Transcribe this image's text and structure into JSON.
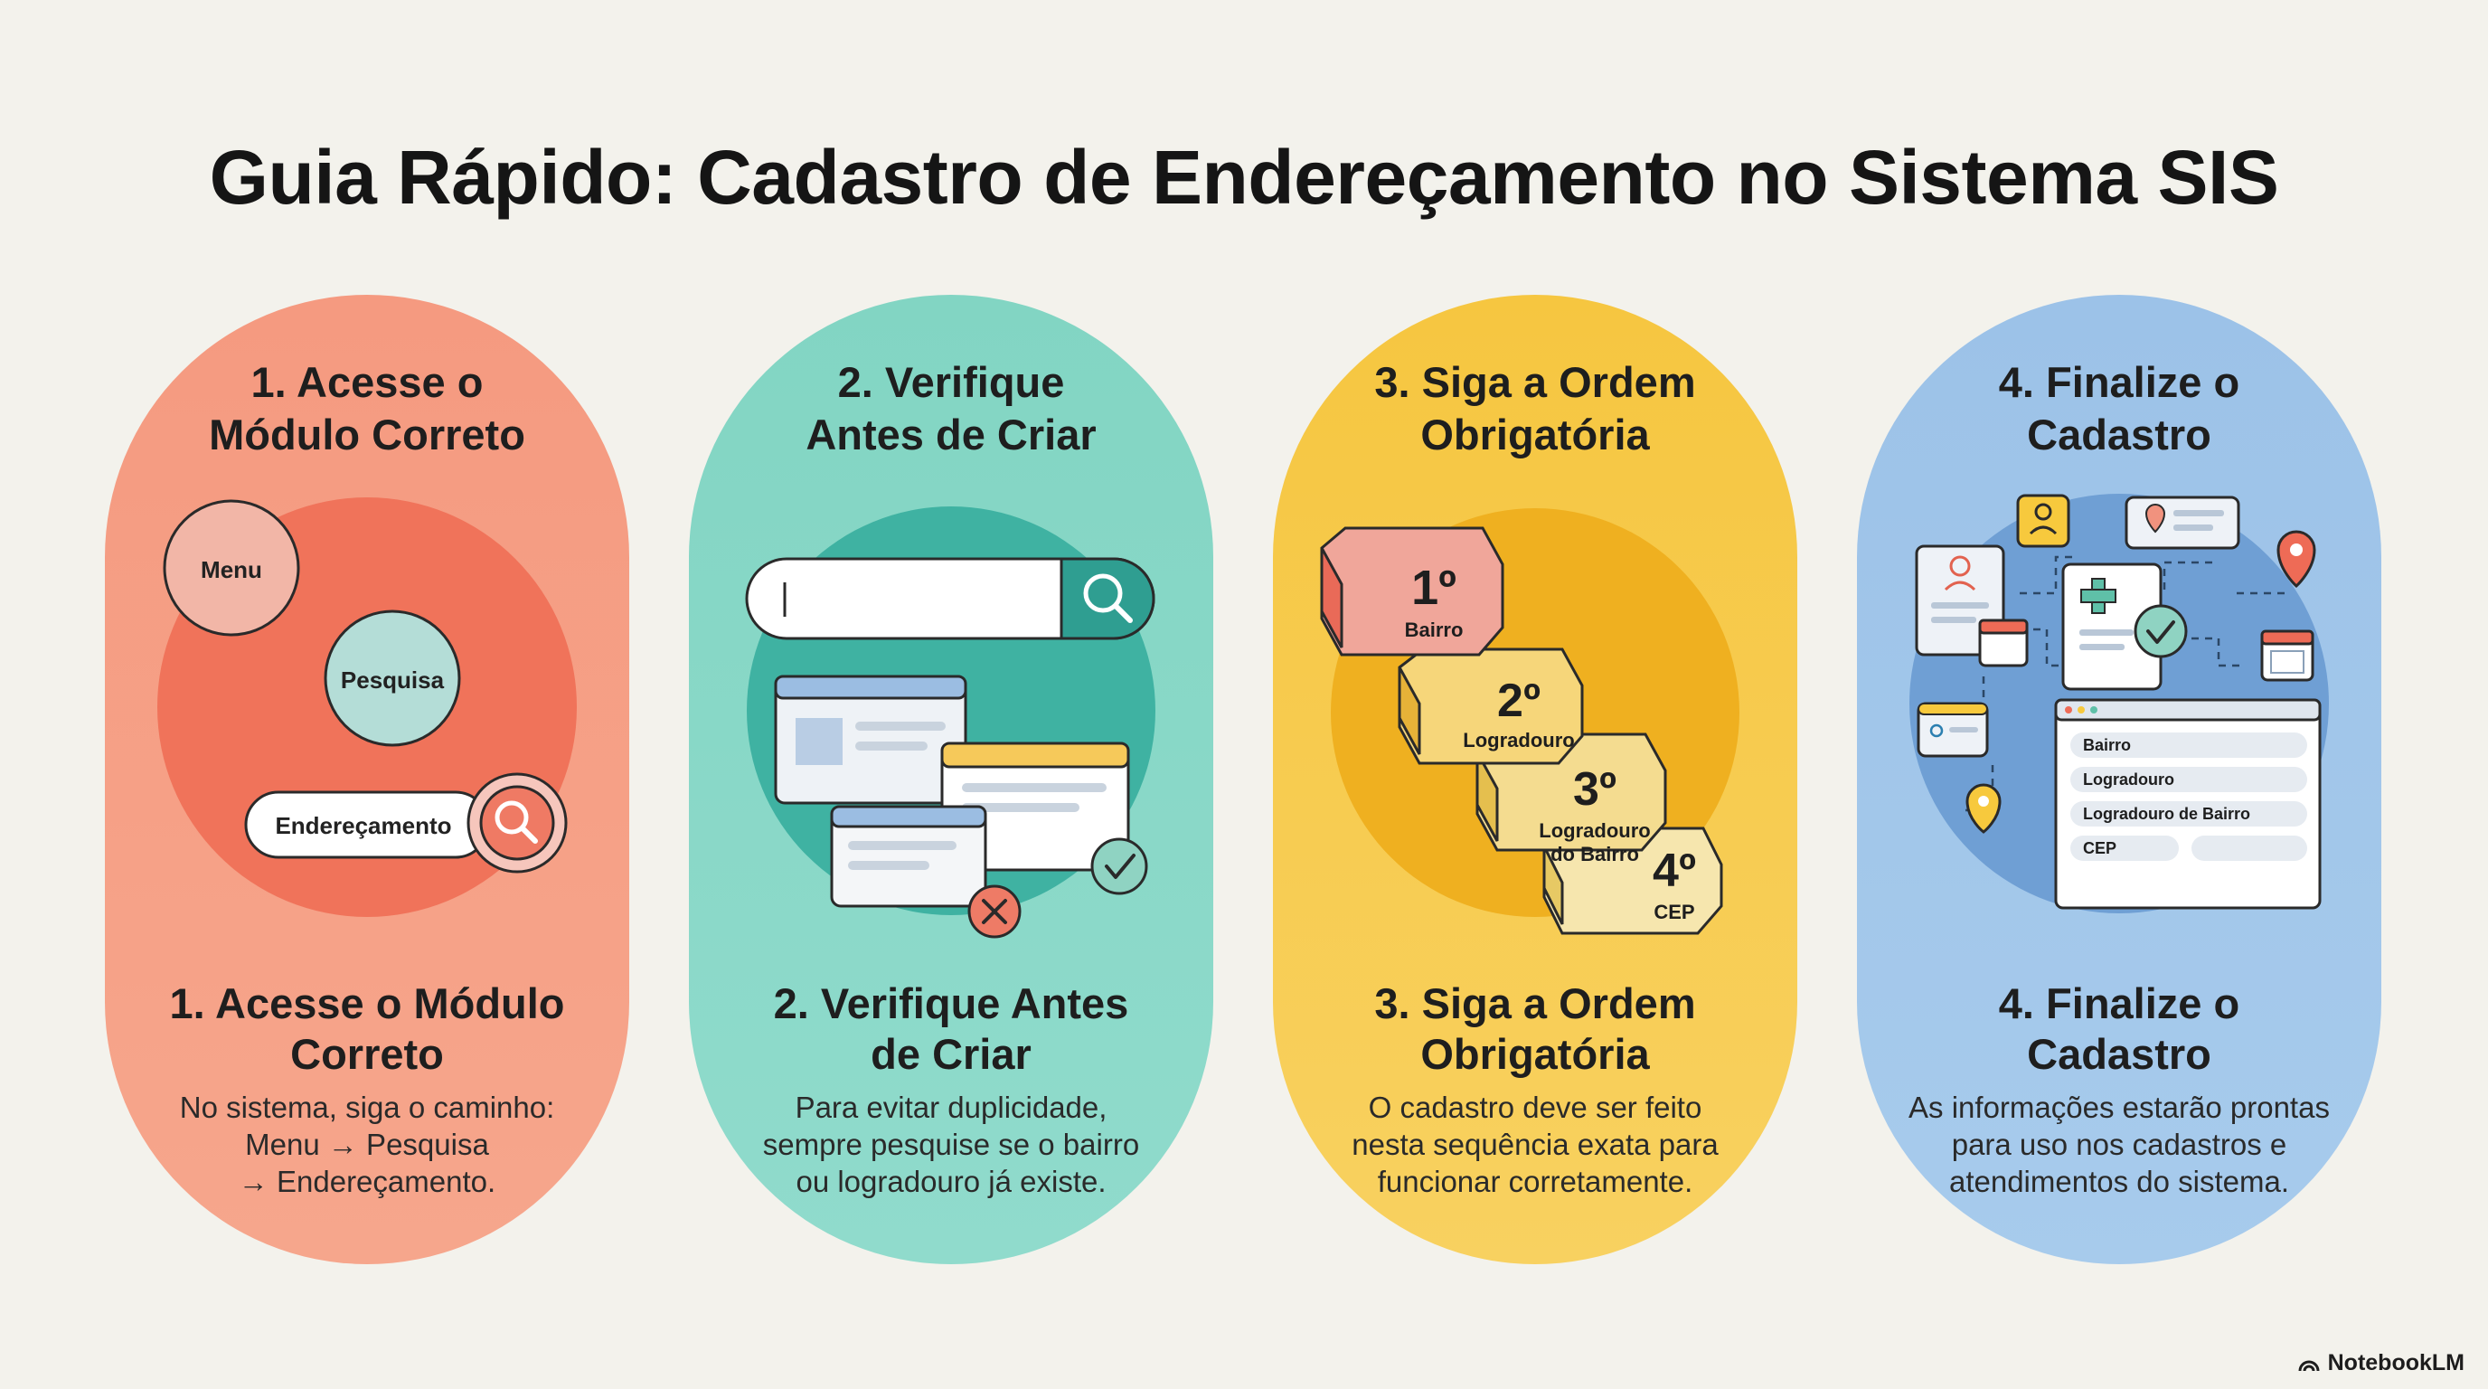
{
  "title": "Guia Rápido: Cadastro de Endereçamento no Sistema SIS",
  "cards": [
    {
      "heading_l1": "1. Acesse o",
      "heading_l2": "Módulo Correto",
      "sub_l1": "1. Acesse o Módulo",
      "sub_l2": "Correto",
      "desc_l1": "No sistema, siga o caminho:",
      "desc_l2": "Menu → Pesquisa",
      "desc_l3": "→ Endereçamento.",
      "bubbles": [
        "Menu",
        "Pesquisa",
        "Endereçamento"
      ],
      "color": "#f59a80"
    },
    {
      "heading_l1": "2. Verifique",
      "heading_l2": "Antes de Criar",
      "sub_l1": "2. Verifique Antes",
      "sub_l2": "de Criar",
      "desc_l1": "Para evitar duplicidade,",
      "desc_l2": "sempre pesquise se o bairro",
      "desc_l3": "ou logradouro já existe.",
      "color": "#82d5c3"
    },
    {
      "heading_l1": "3. Siga a Ordem",
      "heading_l2": "Obrigatória",
      "sub_l1": "3. Siga a Ordem",
      "sub_l2": "Obrigatória",
      "desc_l1": "O cadastro deve ser feito",
      "desc_l2": "nesta sequência exata para",
      "desc_l3": "funcionar corretamente.",
      "steps": [
        {
          "num": "1º",
          "label": "Bairro",
          "label2": ""
        },
        {
          "num": "2º",
          "label": "Logradouro",
          "label2": ""
        },
        {
          "num": "3º",
          "label": "Logradouro",
          "label2": "do Bairro"
        },
        {
          "num": "4º",
          "label": "CEP",
          "label2": ""
        }
      ],
      "color": "#f6c640"
    },
    {
      "heading_l1": "4. Finalize o",
      "heading_l2": "Cadastro",
      "sub_l1": "4. Finalize o",
      "sub_l2": "Cadastro",
      "desc_l1": "As informações estarão prontas",
      "desc_l2": "para uso nos cadastros e",
      "desc_l3": "atendimentos do sistema.",
      "form_fields": [
        "Bairro",
        "Logradouro",
        "Logradouro de Bairro",
        "CEP"
      ],
      "color": "#9cc2e8"
    }
  ],
  "brand": "NotebookLM",
  "icons": [
    "search-icon",
    "check-icon",
    "x-icon",
    "location-pin-icon",
    "calendar-icon",
    "person-icon",
    "medical-cross-icon"
  ]
}
